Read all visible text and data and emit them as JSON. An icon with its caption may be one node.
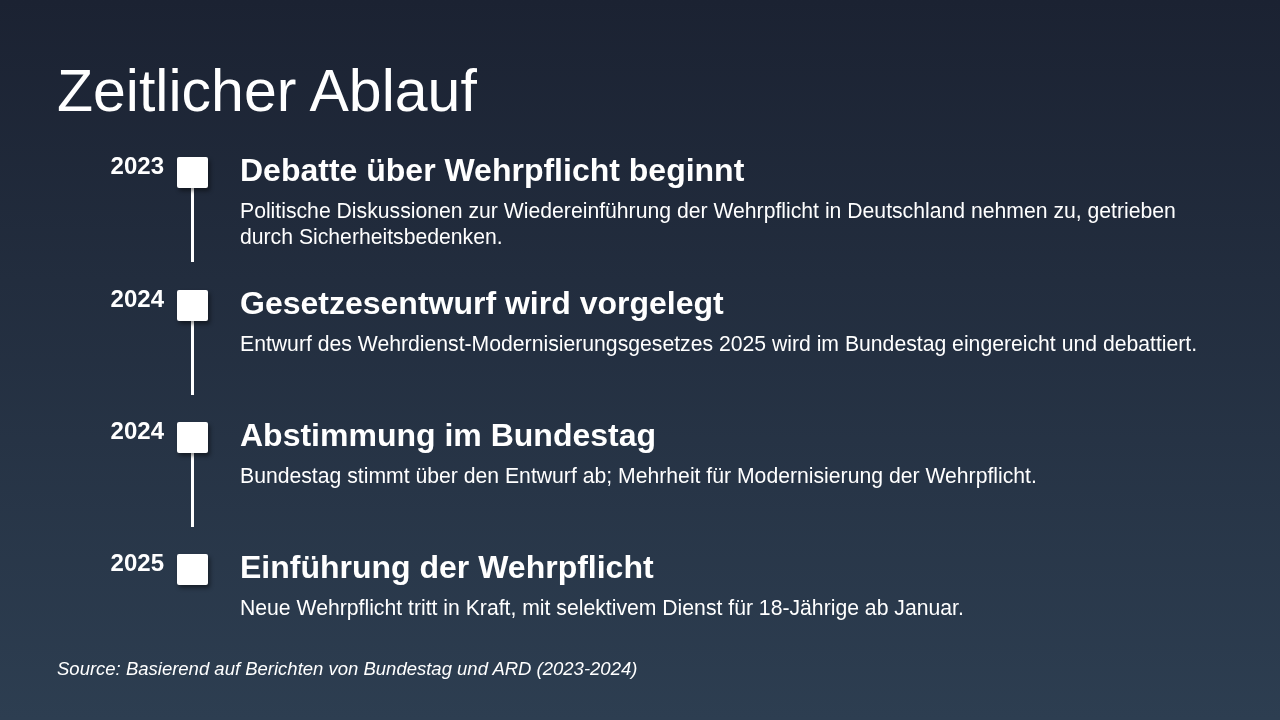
{
  "diagram": {
    "title": "Zeitlicher Ablauf",
    "nodes": [
      {
        "text": [],
        "shape": "box",
        "beside": [
          "2023",
          "Debatte über Wehrpflicht beginnt",
          "Politische Diskussionen zur Wiedereinführung der Wehrpflicht in Deutschland nehmen zu, getrieben durch Sicherheitsbedenken."
        ]
      },
      {
        "text": [],
        "shape": "box",
        "beside": [
          "2024",
          "Gesetzesentwurf wird vorgelegt",
          "Entwurf des Wehrdienst-Modernisierungsgesetzes 2025 wird im Bundestag eingereicht und debattiert."
        ]
      },
      {
        "text": [],
        "shape": "box",
        "beside": [
          "2024",
          "Abstimmung im Bundestag",
          "Bundestag stimmt über den Entwurf ab; Mehrheit für Modernisierung der Wehrpflicht."
        ]
      },
      {
        "text": [],
        "shape": "box",
        "beside": [
          "2025",
          "Einführung der Wehrpflicht",
          "Neue Wehrpflicht tritt in Kraft, mit selektivem Dienst für 18-Jährige ab Januar."
        ]
      }
    ],
    "edges": [
      {
        "from": 0,
        "to": null,
        "arrow": "none"
      },
      {
        "from": 1,
        "to": null,
        "arrow": "none"
      },
      {
        "from": 2,
        "to": null,
        "arrow": "none"
      }
    ],
    "caption": "Source: Basierend auf Berichten von Bundestag und ARD (2023-2024)"
  }
}
